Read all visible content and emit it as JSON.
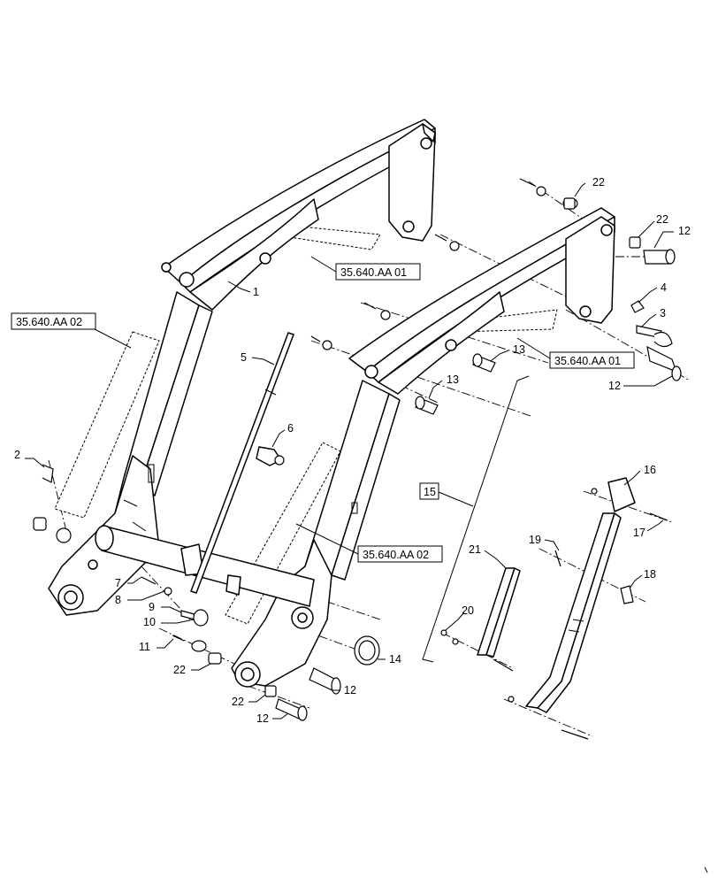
{
  "refs": {
    "r1": "35.640.AA 01",
    "r2": "35.640.AA 02",
    "r3": "35.640.AA 01",
    "r4": "35.640.AA 02"
  },
  "callouts": {
    "c1": "1",
    "c2": "2",
    "c3": "3",
    "c4": "4",
    "c5": "5",
    "c6": "6",
    "c7": "7",
    "c8": "8",
    "c9": "9",
    "c10": "10",
    "c11": "11",
    "c12a": "12",
    "c12b": "12",
    "c12c": "12",
    "c12d": "12",
    "c13a": "13",
    "c13b": "13",
    "c14": "14",
    "c15": "15",
    "c16": "16",
    "c17": "17",
    "c18": "18",
    "c19": "19",
    "c20": "20",
    "c21": "21",
    "c22a": "22",
    "c22b": "22",
    "c22c": "22",
    "c22d": "22"
  },
  "colors": {
    "line": "#000000",
    "background": "#ffffff"
  }
}
